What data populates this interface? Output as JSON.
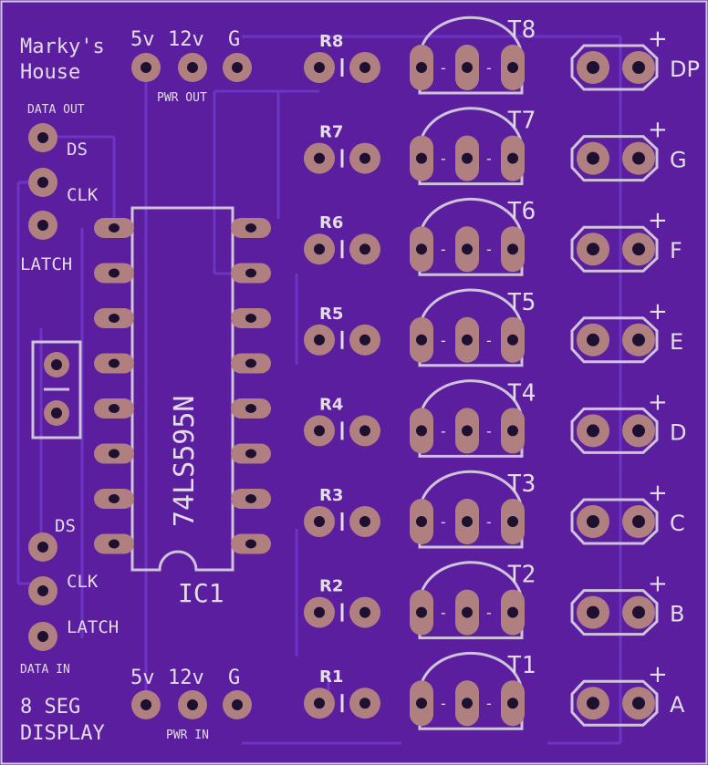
{
  "board": {
    "title_line1": "Marky's",
    "title_line2": "House",
    "footer_line1": "8 SEG",
    "footer_line2": "DISPLAY",
    "colors": {
      "board": "#5a1e9e",
      "trace": "#6c35c4",
      "silk": "#e3dbe8",
      "copper": "#b08080",
      "drill": "#1e1030"
    }
  },
  "power_out": {
    "labels": [
      "5v",
      "12v",
      "G"
    ],
    "caption": "PWR OUT"
  },
  "power_in": {
    "labels": [
      "5v",
      "12v",
      "G"
    ],
    "caption": "PWR IN"
  },
  "data_out": {
    "caption": "DATA OUT",
    "pins": [
      "DS",
      "CLK",
      "LATCH"
    ]
  },
  "data_in": {
    "caption": "DATA IN",
    "pins": [
      "DS",
      "CLK",
      "LATCH"
    ]
  },
  "ic": {
    "designator": "IC1",
    "part": "74LS595N"
  },
  "rows": [
    {
      "resistor": "R8",
      "transistor": "T8",
      "segment": "DP"
    },
    {
      "resistor": "R7",
      "transistor": "T7",
      "segment": "G"
    },
    {
      "resistor": "R6",
      "transistor": "T6",
      "segment": "F"
    },
    {
      "resistor": "R5",
      "transistor": "T5",
      "segment": "E"
    },
    {
      "resistor": "R4",
      "transistor": "T4",
      "segment": "D"
    },
    {
      "resistor": "R3",
      "transistor": "T3",
      "segment": "C"
    },
    {
      "resistor": "R2",
      "transistor": "T2",
      "segment": "B"
    },
    {
      "resistor": "R1",
      "transistor": "T1",
      "segment": "A"
    }
  ],
  "marks": {
    "plus": "+",
    "dash": "-"
  }
}
